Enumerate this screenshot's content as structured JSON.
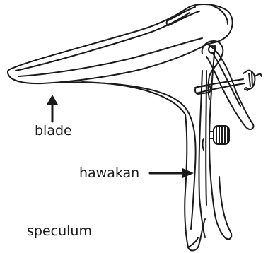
{
  "labels": {
    "blade": "blade",
    "handle": "hawakan",
    "caption": "speculum"
  },
  "colors": {
    "ink": "#1a1a1a",
    "background": "#ffffff"
  }
}
